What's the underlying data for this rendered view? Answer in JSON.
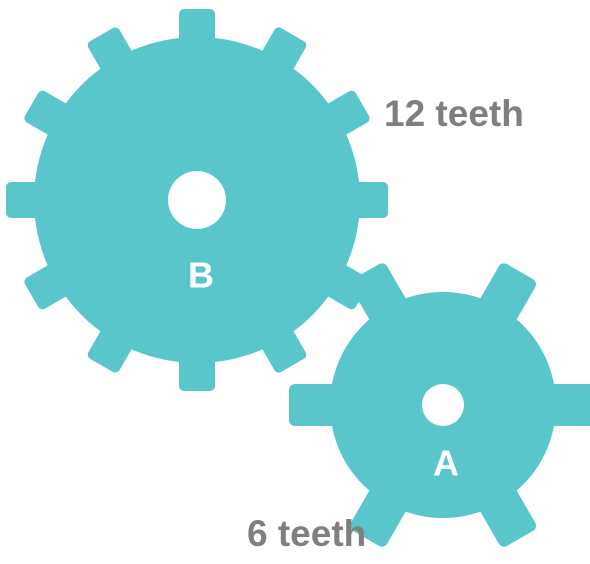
{
  "gears": [
    {
      "id": "B",
      "letter": "B",
      "teeth": 12,
      "teeth_label": "12 teeth"
    },
    {
      "id": "A",
      "letter": "A",
      "teeth": 6,
      "teeth_label": "6 teeth"
    }
  ],
  "colors": {
    "gear": "#58C6CB",
    "hub": "#FFFFFF",
    "label_text": "#7F7F7F",
    "letter_text": "#FFFFFF"
  }
}
